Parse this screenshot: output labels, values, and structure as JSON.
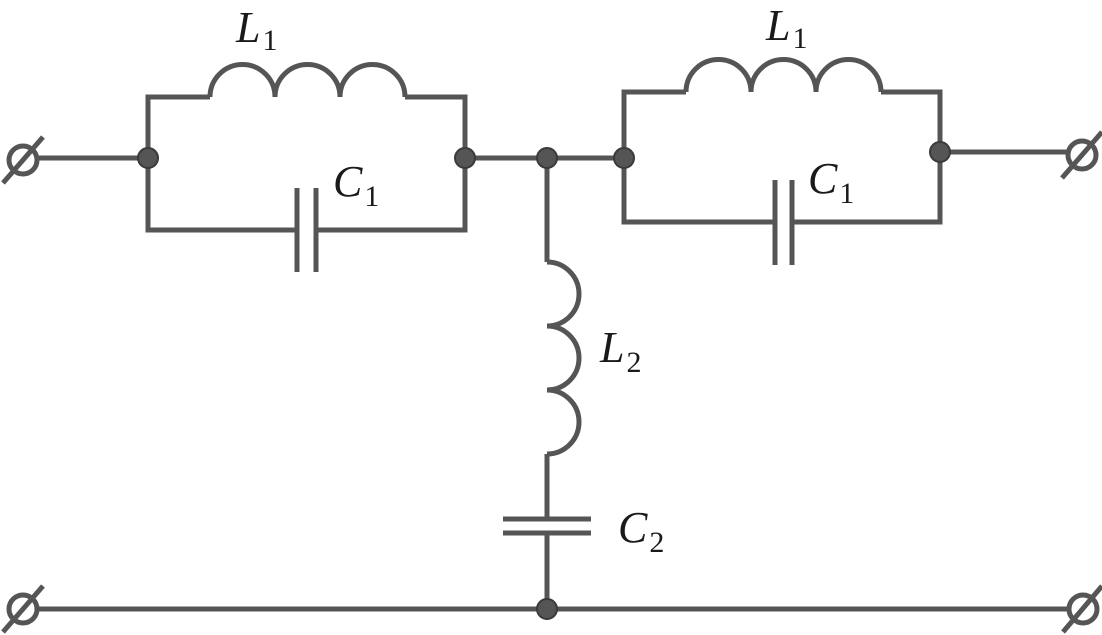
{
  "diagram": {
    "kind": "circuit-schematic",
    "colors": {
      "wire": "#555555",
      "text": "#1a1a1a",
      "background": "#ffffff"
    },
    "labels": {
      "l1_left": {
        "symbol": "L",
        "sub": "1"
      },
      "c1_left": {
        "symbol": "C",
        "sub": "1"
      },
      "l1_right": {
        "symbol": "L",
        "sub": "1"
      },
      "c1_right": {
        "symbol": "C",
        "sub": "1"
      },
      "l2": {
        "symbol": "L",
        "sub": "2"
      },
      "c2": {
        "symbol": "C",
        "sub": "2"
      }
    }
  }
}
